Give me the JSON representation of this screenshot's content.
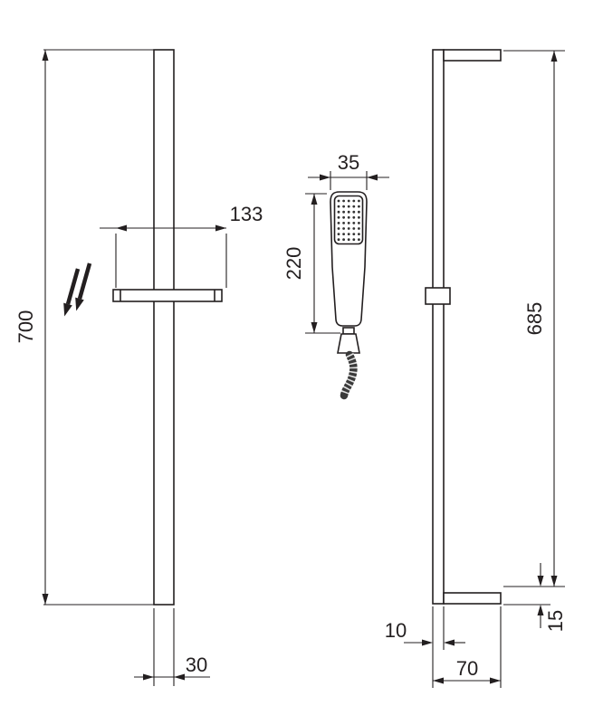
{
  "colors": {
    "line": "#231f20",
    "background": "#ffffff"
  },
  "front_view": {
    "height_label": "700",
    "slider_span_label": "133",
    "rail_width_label": "30"
  },
  "handset": {
    "width_label": "35",
    "length_label": "220"
  },
  "side_view": {
    "height_label": "685",
    "rail_depth_label": "10",
    "bracket_depth_label": "70",
    "bottom_offset_label": "15"
  }
}
